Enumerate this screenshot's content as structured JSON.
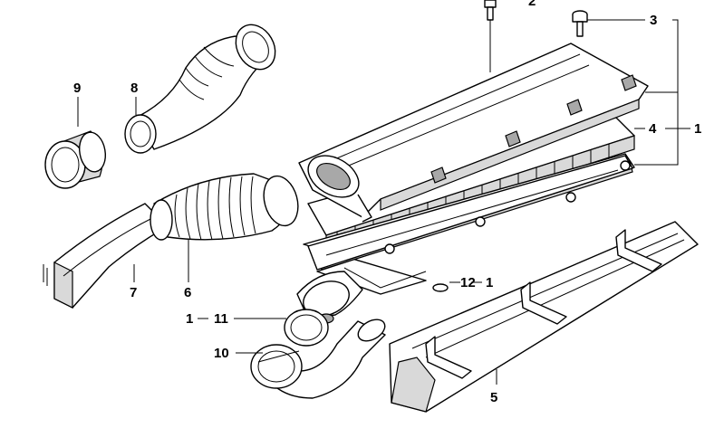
{
  "diagram": {
    "callouts": {
      "c1": "1",
      "c2": "2",
      "c3": "3",
      "c4": "4",
      "c5": "5",
      "c6": "6",
      "c7": "7",
      "c8": "8",
      "c9": "9",
      "c10": "10",
      "c11": "11",
      "c11_prefix": "1",
      "c12": "12",
      "c12_suffix": "1"
    }
  }
}
